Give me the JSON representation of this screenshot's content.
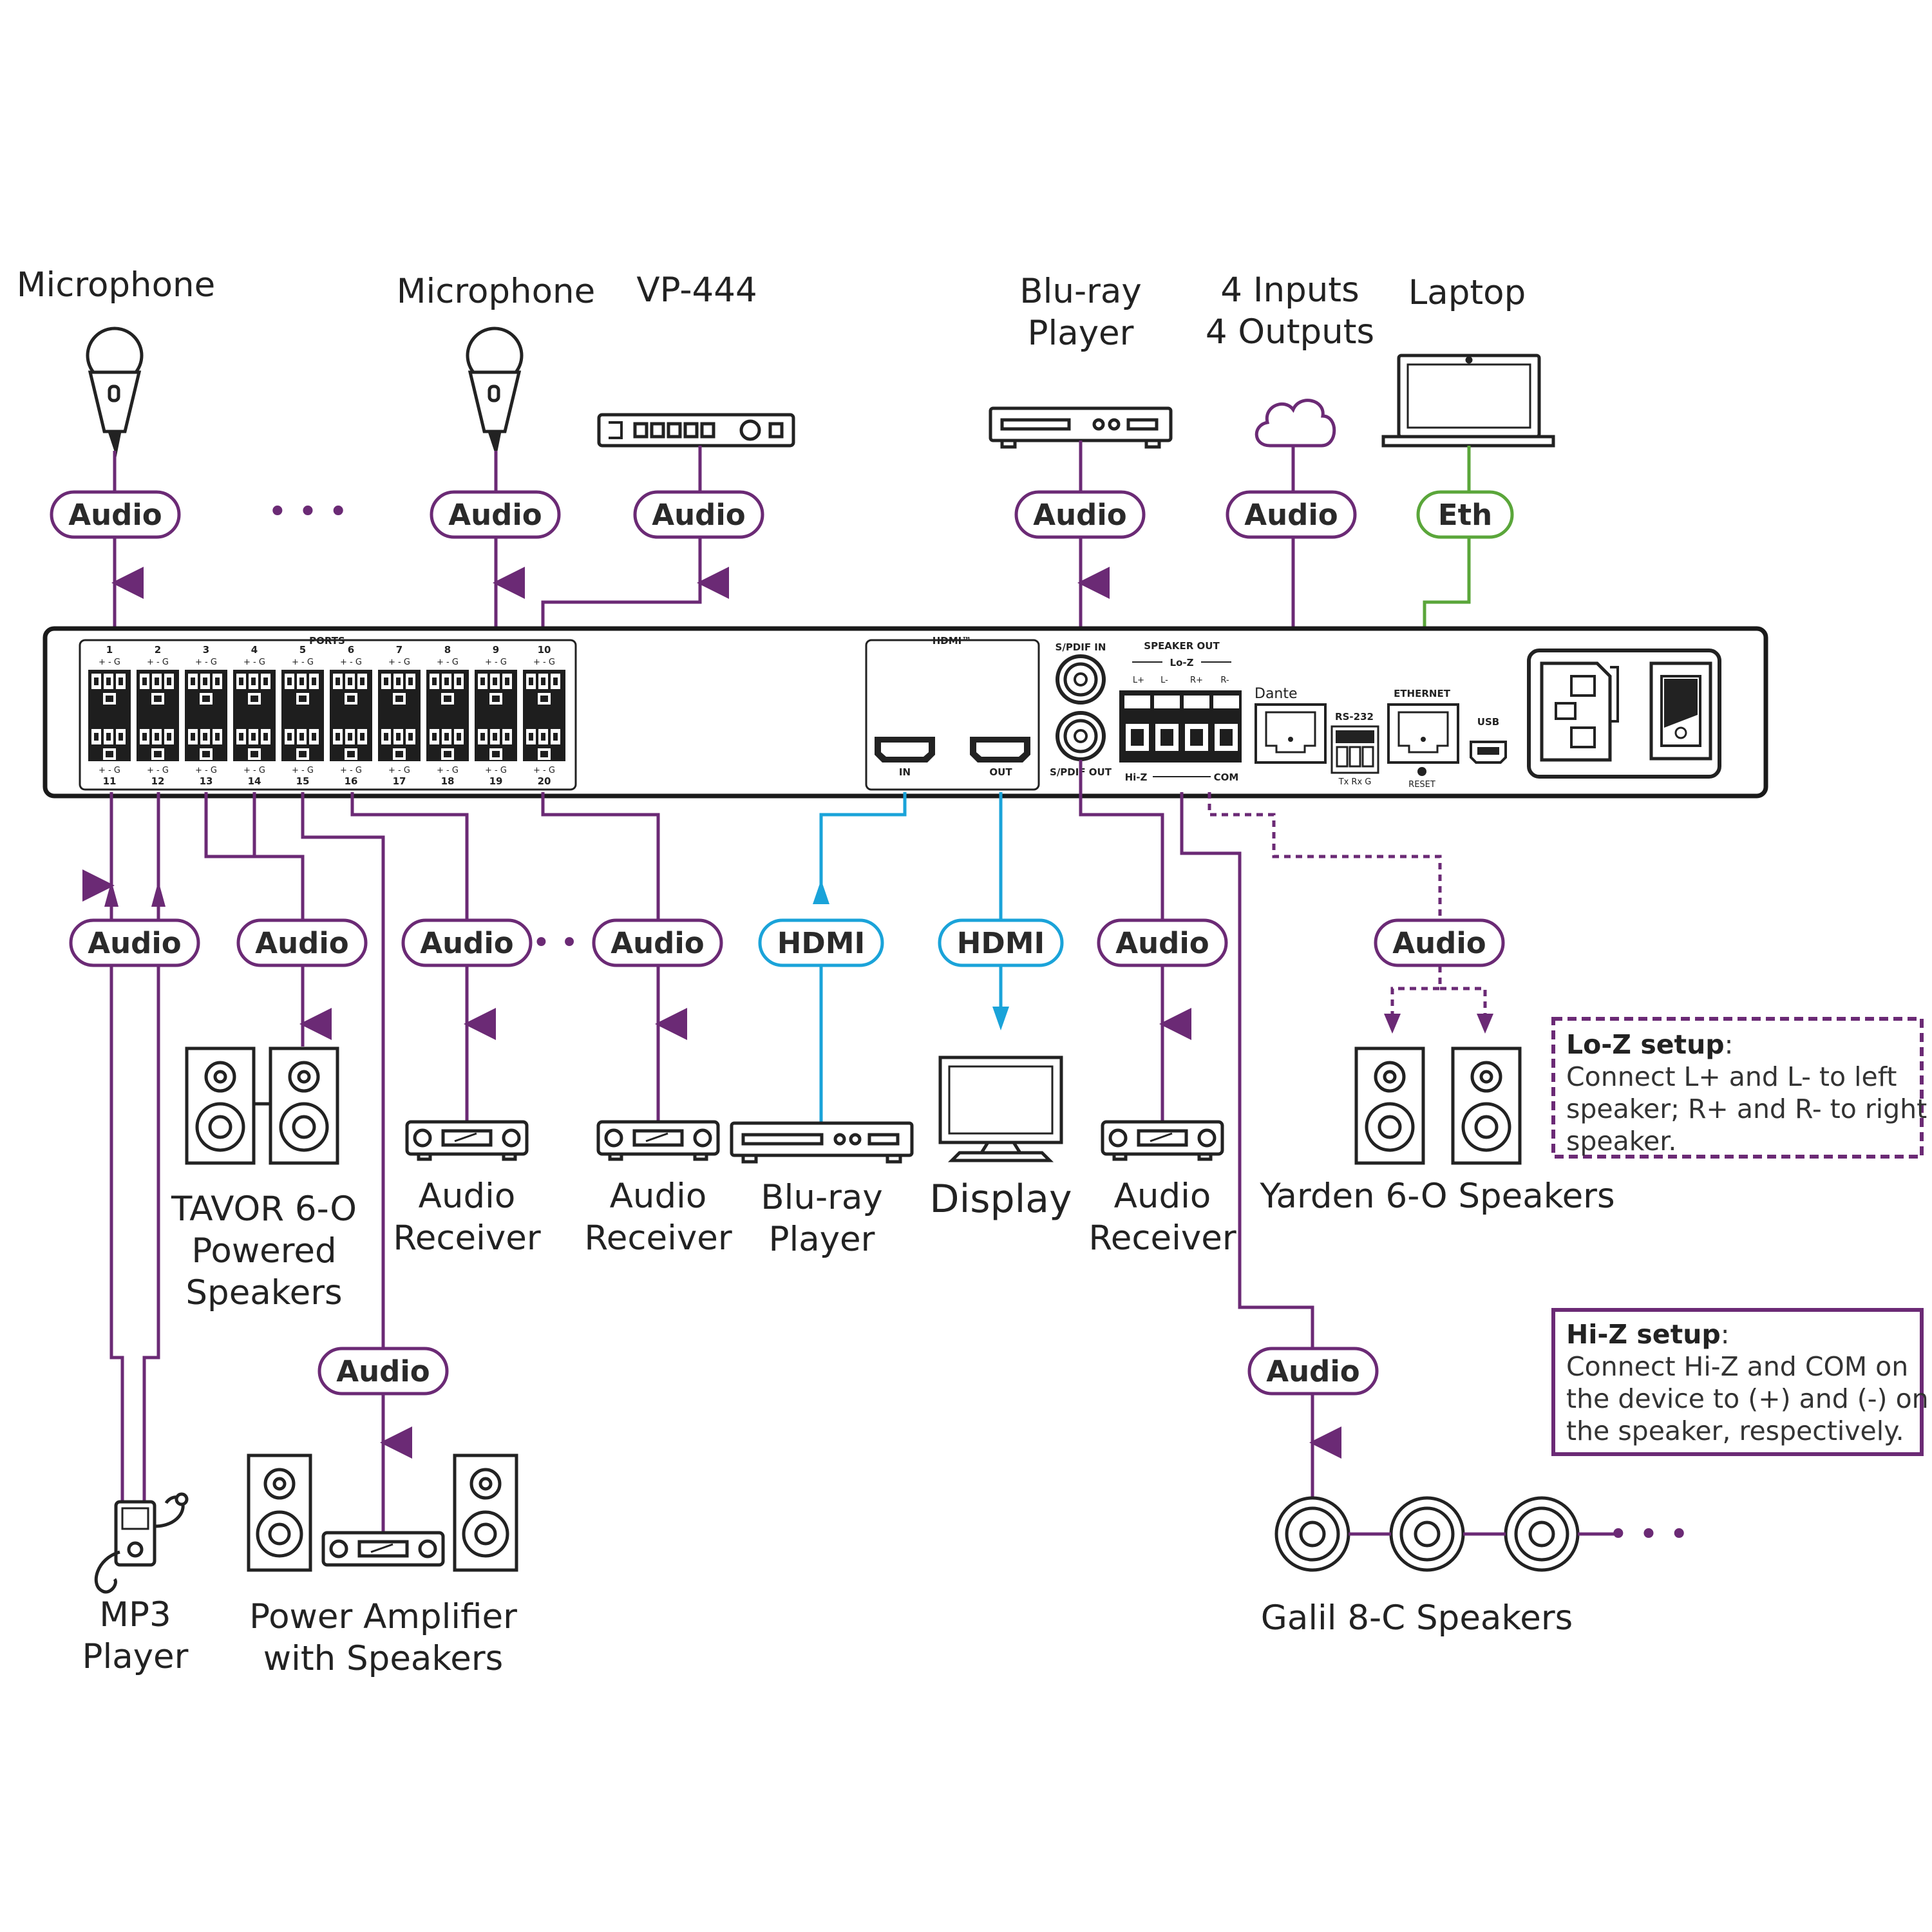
{
  "colors": {
    "audio": "#6b2a75",
    "hdmi": "#1aa3d9",
    "eth": "#5aa63a",
    "panel_stroke": "#1a1a1a"
  },
  "pills": {
    "audio": "Audio",
    "hdmi": "HDMI",
    "eth": "Eth"
  },
  "top_devices": {
    "mic1": "Microphone",
    "mic2": "Microphone",
    "vp444": "VP-444",
    "bluray_l1": "Blu-ray",
    "bluray_l2": "Player",
    "dante_l1": "4 Inputs",
    "dante_l2": "4 Outputs",
    "laptop": "Laptop"
  },
  "bottom_devices": {
    "tavor_l1": "TAVOR 6-O",
    "tavor_l2": "Powered",
    "tavor_l3": "Speakers",
    "recv_l1": "Audio",
    "recv_l2": "Receiver",
    "bluray_l1": "Blu-ray",
    "bluray_l2": "Player",
    "display": "Display",
    "yarden": "Yarden 6-O Speakers",
    "mp3_l1": "MP3",
    "mp3_l2": "Player",
    "amp_l1": "Power Amplifier",
    "amp_l2": "with Speakers",
    "galil": "Galil 8-C Speakers"
  },
  "panel": {
    "ports_title": "PORTS",
    "top_ports": [
      "1",
      "2",
      "3",
      "4",
      "5",
      "6",
      "7",
      "8",
      "9",
      "10"
    ],
    "bottom_ports": [
      "11",
      "12",
      "13",
      "14",
      "15",
      "16",
      "17",
      "18",
      "19",
      "20"
    ],
    "pin_label": "+ - G",
    "hdmi_title": "HDMI™",
    "hdmi_in": "IN",
    "hdmi_out": "OUT",
    "spdif_in": "S/PDIF IN",
    "spdif_out": "S/PDIF OUT",
    "speaker_out": "SPEAKER OUT",
    "lo_z": "Lo-Z",
    "spk_l_plus": "L+",
    "spk_l_minus": "L-",
    "spk_r_plus": "R+",
    "spk_r_minus": "R-",
    "hi_z": "Hi-Z",
    "com": "COM",
    "dante": "Dante",
    "rs232": "RS-232",
    "rs232_pins": "Tx Rx G",
    "ethernet": "ETHERNET",
    "reset": "RESET",
    "usb": "USB"
  },
  "notes": {
    "loz_title": "Lo-Z setup",
    "loz_l1": "Connect L+ and L- to left",
    "loz_l2": "speaker; R+ and R- to right",
    "loz_l3": "speaker.",
    "hiz_title": "Hi-Z setup",
    "hiz_l1": "Connect Hi-Z and COM on",
    "hiz_l2": "the device to (+)  and (-) on",
    "hiz_l3": "the speaker, respectively."
  },
  "ellipsis": "• • •"
}
